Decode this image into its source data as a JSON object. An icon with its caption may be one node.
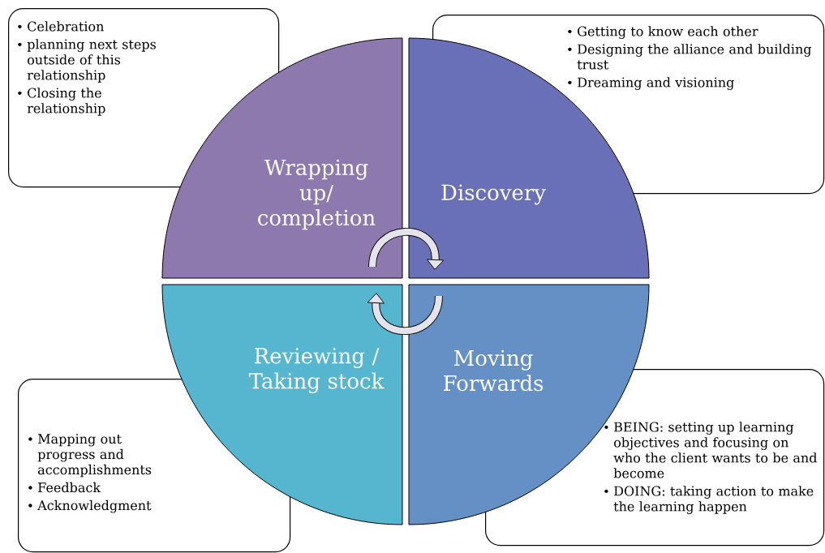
{
  "diagram": {
    "nodes": [
      {
        "text": [
          "Celebration",
          "planning next steps outside of this relationship",
          "Closing the relationship"
        ]
      },
      {
        "text": [
          "Getting to know each other",
          "Designing the alliance and building trust",
          "Dreaming and visioning"
        ]
      },
      {
        "text": [
          "Wrapping up/ completion"
        ]
      },
      {
        "text": [
          "Discovery"
        ]
      },
      {
        "text": [
          "Reviewing / Taking stock"
        ]
      },
      {
        "text": [
          "Moving Forwards"
        ]
      },
      {
        "text": [
          "Mapping out progress and accomplishments",
          "Feedback",
          "Acknowledgment"
        ]
      },
      {
        "text": [
          "BEING: setting up learning objectives and focusing on who the client wants to be and become",
          "DOING: taking action to make the learning happen"
        ]
      }
    ],
    "edges": [
      {
        "from": 2,
        "to": 3,
        "arrow": "to"
      },
      {
        "from": 5,
        "to": 4,
        "arrow": "to"
      }
    ]
  }
}
